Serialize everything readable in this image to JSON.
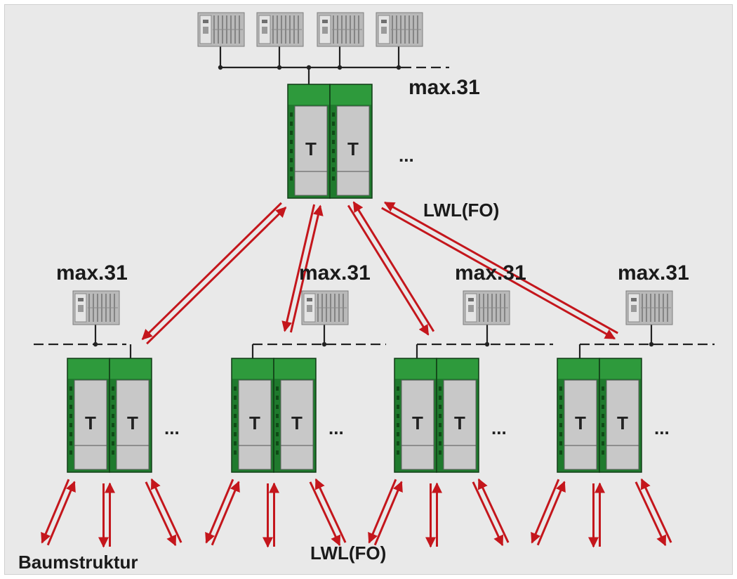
{
  "labels": {
    "top_max": "max.31",
    "lower_max": "max.31",
    "fo_top": "LWL(FO)",
    "fo_bottom": "LWL(FO)",
    "tree": "Baumstruktur",
    "module_letter": "T",
    "ellipsis": "..."
  },
  "colors": {
    "module_green": "#1f7a2d",
    "module_green_light": "#2e9a3c",
    "module_grey": "#c8c8c8",
    "fiber_red": "#c4161c",
    "bus_line": "#222222",
    "device_grey": "#b9b9b9"
  },
  "icons": {
    "device": "controller-rack-icon",
    "module": "fiber-optic-module-icon",
    "link": "fiber-optic-double-arrow-icon"
  }
}
